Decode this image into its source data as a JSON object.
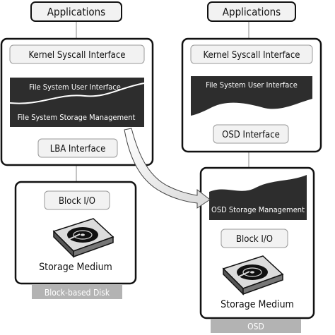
{
  "left": {
    "applications": "Applications",
    "kernel_syscall": "Kernel Syscall Interface",
    "fs_user_interface": "File System User Interface",
    "fs_storage_management": "File System Storage Management",
    "lba_interface": "LBA Interface",
    "block_io": "Block I/O",
    "storage_medium": "Storage Medium",
    "device_label": "Block-based Disk"
  },
  "right": {
    "applications": "Applications",
    "kernel_syscall": "Kernel Syscall Interface",
    "fs_user_interface": "File System User Interface",
    "osd_interface": "OSD Interface",
    "osd_storage_management": "OSD Storage Management",
    "block_io": "Block I/O",
    "storage_medium": "Storage Medium",
    "device_label": "OSD"
  },
  "colors": {
    "dark_band": "#2d2d2d",
    "light_box": "#f2f2f2",
    "device_tab": "#b3b3b3",
    "border": "#111111"
  }
}
